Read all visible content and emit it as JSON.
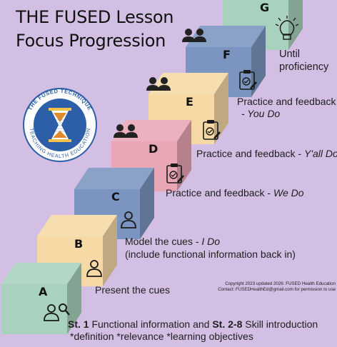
{
  "title": {
    "line1": "THE FUSED Lesson",
    "line2": "Focus Progression"
  },
  "logo": {
    "top_text": "THE FUSED TECHNIQUE",
    "bottom_text": "TEACHING HEALTH EDUCATION"
  },
  "steps": [
    {
      "letter": "A",
      "color": "#a8d2bd",
      "icon": "person-magnifier-icon"
    },
    {
      "letter": "B",
      "color": "#f6d9a5",
      "icon": "person-icon"
    },
    {
      "letter": "C",
      "color": "#7b95c0",
      "icon": "person-icon"
    },
    {
      "letter": "D",
      "color": "#e9a6b5",
      "icon": "group-icon"
    },
    {
      "letter": "E",
      "color": "#f6d9a5",
      "icon": "group-icon"
    },
    {
      "letter": "F",
      "color": "#7b95c0",
      "icon": "group-icon"
    },
    {
      "letter": "G",
      "color": "#a8d2bd",
      "icon": "lightbulb-icon"
    }
  ],
  "labels": {
    "g_line1": "Until",
    "g_line2": "proficiency",
    "f_line1": "Practice and feedback",
    "f_line2": "- You Do",
    "e_text": "Practice and feedback - ",
    "e_em": "Y'all Do",
    "d_text": "Practice and feedback - ",
    "d_em": "We Do",
    "c_text": "Model the cues  - ",
    "c_em": "I Do",
    "c_line2": "(include functional information back in)",
    "b_text": "Present the cues",
    "a_bold1": "St. 1",
    "a_text1": " Functional information and ",
    "a_bold2": "St. 2-8",
    "a_text2": " Skill introduction",
    "a_line2": "*definition  *relevance  *learning objectives"
  },
  "copyright": {
    "line1": "Copyright 2023 updated 2026: FUSED Health Education",
    "line2": "Contact: FUSEDHealthEd@gmail.com for permission to use"
  }
}
